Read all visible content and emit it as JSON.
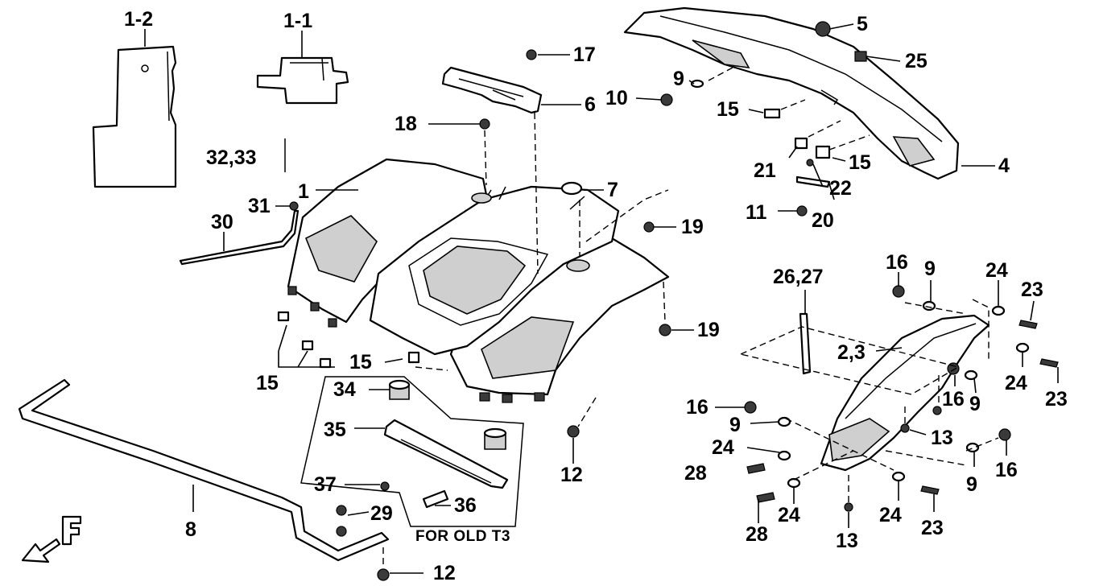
{
  "diagram": {
    "callouts": {
      "p1_2": "1-2",
      "p1_1": "1-1",
      "p17": "17",
      "p5": "5",
      "p25": "25",
      "p9_top": "9",
      "p10": "10",
      "p6": "6",
      "p15_top": "15",
      "p18": "18",
      "p32_33": "32,33",
      "p1": "1",
      "p7": "7",
      "p21": "21",
      "p15_right": "15",
      "p4": "4",
      "p22": "22",
      "p31": "31",
      "p30": "30",
      "p19_top": "19",
      "p11": "11",
      "p20": "20",
      "p16_a": "16",
      "p9_a": "9",
      "p24_a": "24",
      "p23_a": "23",
      "p26_27": "26,27",
      "p19_mid": "19",
      "p2_3": "2,3",
      "p15_mid": "15",
      "p15_left": "15",
      "p34": "34",
      "p24_b": "24",
      "p23_b": "23",
      "p16_b": "16",
      "p9_b": "9",
      "p16_c": "16",
      "p35": "35",
      "p9_c": "9",
      "p13_a": "13",
      "p24_c": "24",
      "p28_a": "28",
      "p12_mid": "12",
      "p37": "37",
      "p36": "36",
      "p9_d": "9",
      "p16_d": "16",
      "p8": "8",
      "p29": "29",
      "p28_b": "28",
      "p24_d": "24",
      "p24_e": "24",
      "p23_c": "23",
      "p13_b": "13",
      "p12_bottom": "12"
    },
    "note": "FOR OLD T3",
    "front_marker": "F"
  }
}
